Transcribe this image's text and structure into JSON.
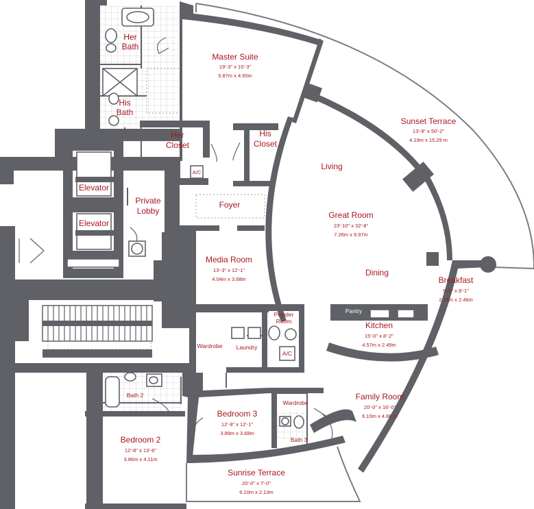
{
  "rooms": {
    "master_suite": {
      "name": "Master Suite",
      "dim_imperial": "19'-3\" x 15'-3\"",
      "dim_metric": "5.87m x 4.65m"
    },
    "her_bath": {
      "line1": "Her",
      "line2": "Bath"
    },
    "his_bath": {
      "line1": "His",
      "line2": "Bath"
    },
    "her_closet": {
      "line1": "Her",
      "line2": "Closet"
    },
    "his_closet": {
      "line1": "His",
      "line2": "Closet"
    },
    "sunset_terrace": {
      "name": "Sunset Terrace",
      "dim_imperial": "13'-9\" x 50'-2\"",
      "dim_metric": "4.19m x 15.29 m"
    },
    "living": {
      "name": "Living"
    },
    "ac_upper": {
      "name": "A/C"
    },
    "elevator_1": {
      "name": "Elevator"
    },
    "elevator_2": {
      "name": "Elevator"
    },
    "private_lobby": {
      "line1": "Private",
      "line2": "Lobby"
    },
    "foyer": {
      "name": "Foyer"
    },
    "great_room": {
      "name": "Great Room",
      "dim_imperial": "23'-10\" x 32'-8\"",
      "dim_metric": "7.26m x 9.97m"
    },
    "media_room": {
      "name": "Media Room",
      "dim_imperial": "13'-3\" x 12'-1\"",
      "dim_metric": "4.04m x 3.68m"
    },
    "dining": {
      "name": "Dining"
    },
    "breakfast": {
      "name": "Breakfast",
      "dim_imperial": "9'-0\" x 8'-1\"",
      "dim_metric": "2.74m x 2.46m"
    },
    "powder_room": {
      "line1": "Powder",
      "line2": "Room"
    },
    "pantry": {
      "name": "Pantry"
    },
    "kitchen": {
      "name": "Kitchen",
      "dim_imperial": "15'-0\" x 8'-2\"",
      "dim_metric": "4.57m x 2.49m"
    },
    "wardrobe_1": {
      "name": "Wardrobe"
    },
    "laundry": {
      "name": "Laundry"
    },
    "ac_lower": {
      "name": "A/C"
    },
    "bath_2": {
      "name": "Bath 2"
    },
    "family_room": {
      "name": "Family Room",
      "dim_imperial": "20'-0\" x 16'-0\"",
      "dim_metric": "6.10m x 4.88 m"
    },
    "wardrobe_2": {
      "name": "Wardrobe"
    },
    "bedroom_3": {
      "name": "Bedroom 3",
      "dim_imperial": "12'-9\" x 12'-1\"",
      "dim_metric": "3.89m x 3.68m"
    },
    "bath_3": {
      "name": "Bath 3"
    },
    "bedroom_2": {
      "name": "Bedroom 2",
      "dim_imperial": "12'-8\" x 13'-6\"",
      "dim_metric": "3.86m x 4.11m"
    },
    "sunrise_terrace": {
      "name": "Sunrise Terrace",
      "dim_imperial": "20'-0\" x 7'-0\"",
      "dim_metric": "6.10m x 2.13m"
    }
  },
  "colors": {
    "wall": "#5f6166",
    "label": "#a8161e",
    "background": "#ffffff"
  }
}
